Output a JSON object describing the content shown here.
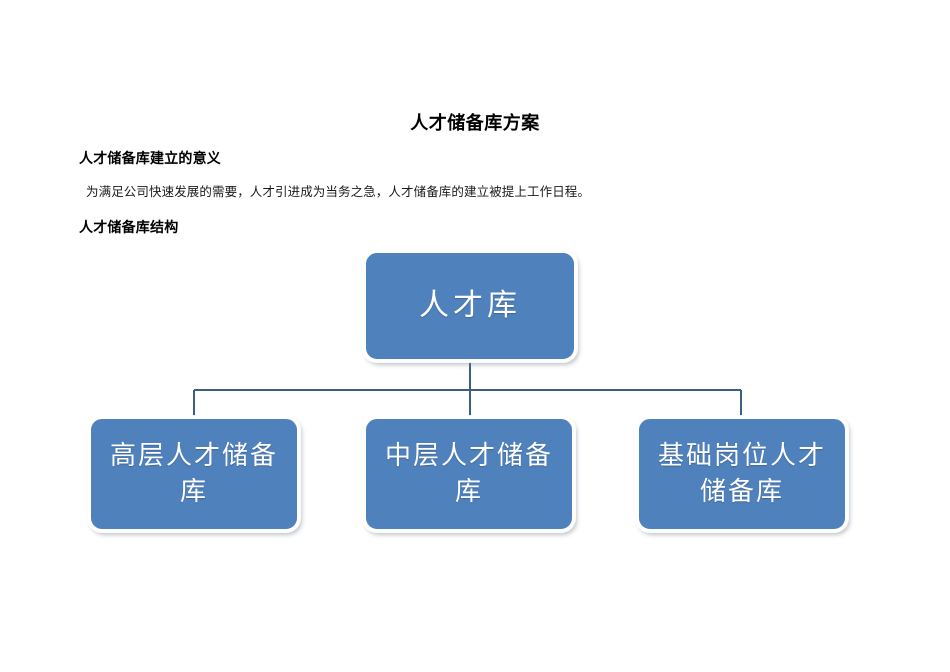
{
  "document": {
    "title": "人才储备库方案",
    "sections": [
      {
        "heading": "人才储备库建立的意义",
        "paragraph": "为满足公司快速发展的需要，人才引进成为当务之急，人才储备库的建立被提上工作日程。"
      },
      {
        "heading": "人才储备库结构"
      }
    ]
  },
  "diagram": {
    "type": "org-chart",
    "node_fill_color": "#4F81BD",
    "node_border_color": "#FFFFFF",
    "connector_color": "#3D5E84",
    "text_color": "#FFFFFF",
    "root": {
      "label": "人才库"
    },
    "children": [
      {
        "label": "高层人才储备库"
      },
      {
        "label": "中层人才储备库"
      },
      {
        "label": "基础岗位人才储备库"
      }
    ]
  }
}
